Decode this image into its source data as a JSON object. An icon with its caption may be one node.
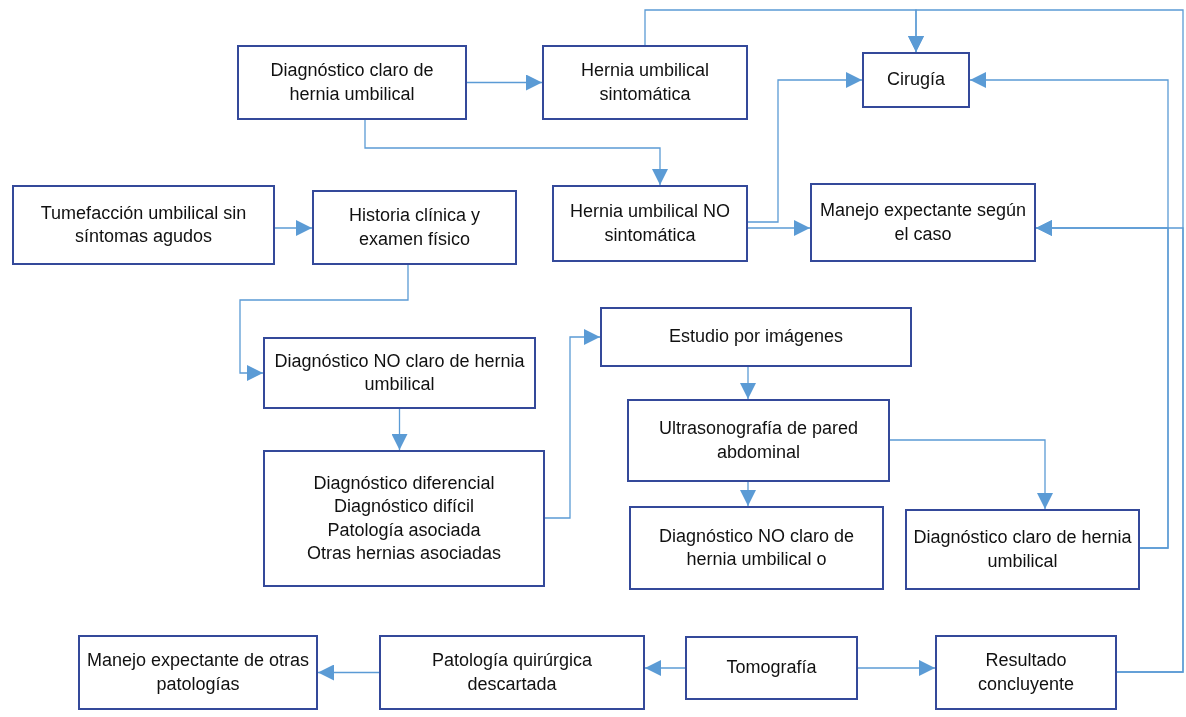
{
  "diagram": {
    "nodes": [
      {
        "text": [
          "Diagnóstico claro de hernia umbilical"
        ]
      },
      {
        "text": [
          "Hernia umbilical sintomática"
        ]
      },
      {
        "text": [
          "Cirugía"
        ]
      },
      {
        "text": [
          "Tumefacción umbilical sin síntomas agudos"
        ]
      },
      {
        "text": [
          "Historia clínica y examen físico"
        ]
      },
      {
        "text": [
          "Hernia umbilical NO sintomática"
        ]
      },
      {
        "text": [
          "Manejo expectante según el caso"
        ]
      },
      {
        "text": [
          "Diagnóstico NO claro de hernia umbilical"
        ]
      },
      {
        "text": [
          "Diagnóstico diferencial",
          "Diagnóstico difícil",
          "Patología asociada",
          "Otras hernias asociadas"
        ]
      },
      {
        "text": [
          "Estudio por imágenes"
        ]
      },
      {
        "text": [
          "Ultrasonografía de pared abdominal"
        ]
      },
      {
        "text": [
          "Diagnóstico NO claro de hernia umbilical o"
        ]
      },
      {
        "text": [
          "Diagnóstico claro de hernia umbilical"
        ]
      },
      {
        "text": [
          "Manejo expectante de otras patologías"
        ]
      },
      {
        "text": [
          "Patología quirúrgica descartada"
        ]
      },
      {
        "text": [
          "Tomografía"
        ]
      },
      {
        "text": [
          "Resultado concluyente"
        ]
      }
    ],
    "edges": [
      {
        "from": 0,
        "to": 1,
        "arrow": "to"
      },
      {
        "from": 0,
        "to": 5,
        "arrow": "to"
      },
      {
        "from": 1,
        "to": 2,
        "arrow": "to"
      },
      {
        "from": 3,
        "to": 4,
        "arrow": "to"
      },
      {
        "from": 4,
        "to": 7,
        "arrow": "to"
      },
      {
        "from": 5,
        "to": 2,
        "arrow": "to"
      },
      {
        "from": 5,
        "to": 6,
        "arrow": "to"
      },
      {
        "from": 7,
        "to": 8,
        "arrow": "to"
      },
      {
        "from": 8,
        "to": 9,
        "arrow": "to"
      },
      {
        "from": 9,
        "to": 10,
        "arrow": "to"
      },
      {
        "from": 10,
        "to": 11,
        "arrow": "to"
      },
      {
        "from": 10,
        "to": 12,
        "arrow": "to"
      },
      {
        "from": 12,
        "to": 2,
        "arrow": "to"
      },
      {
        "from": 12,
        "to": 6,
        "arrow": "to"
      },
      {
        "from": 15,
        "to": 14,
        "arrow": "to"
      },
      {
        "from": 14,
        "to": 13,
        "arrow": "to"
      },
      {
        "from": 15,
        "to": 16,
        "arrow": "to"
      },
      {
        "from": 16,
        "to": 2,
        "arrow": "to"
      },
      {
        "from": 16,
        "to": 6,
        "arrow": "to"
      }
    ]
  }
}
